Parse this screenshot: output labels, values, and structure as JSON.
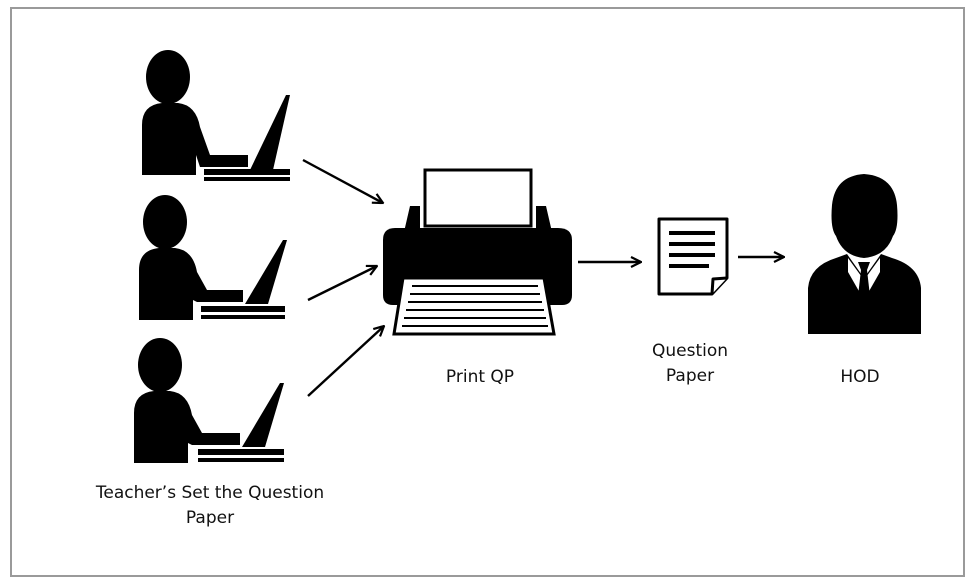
{
  "diagram": {
    "nodes": {
      "teachers": {
        "label_line1": "Teacher’s Set the Question",
        "label_line2": "Paper",
        "count": 3,
        "icon": "teacher-at-laptop-icon"
      },
      "printer": {
        "label": "Print QP",
        "icon": "printer-icon"
      },
      "question_paper": {
        "label_line1": "Question",
        "label_line2": "Paper",
        "icon": "document-icon"
      },
      "hod": {
        "label": "HOD",
        "icon": "businessman-icon"
      }
    },
    "edges": [
      {
        "from": "teachers",
        "to": "printer",
        "index": 1
      },
      {
        "from": "teachers",
        "to": "printer",
        "index": 2
      },
      {
        "from": "teachers",
        "to": "printer",
        "index": 3
      },
      {
        "from": "printer",
        "to": "question_paper"
      },
      {
        "from": "question_paper",
        "to": "hod"
      }
    ],
    "colors": {
      "icon": "#000000",
      "frame": "#9a9a9a",
      "text": "#111111"
    }
  }
}
